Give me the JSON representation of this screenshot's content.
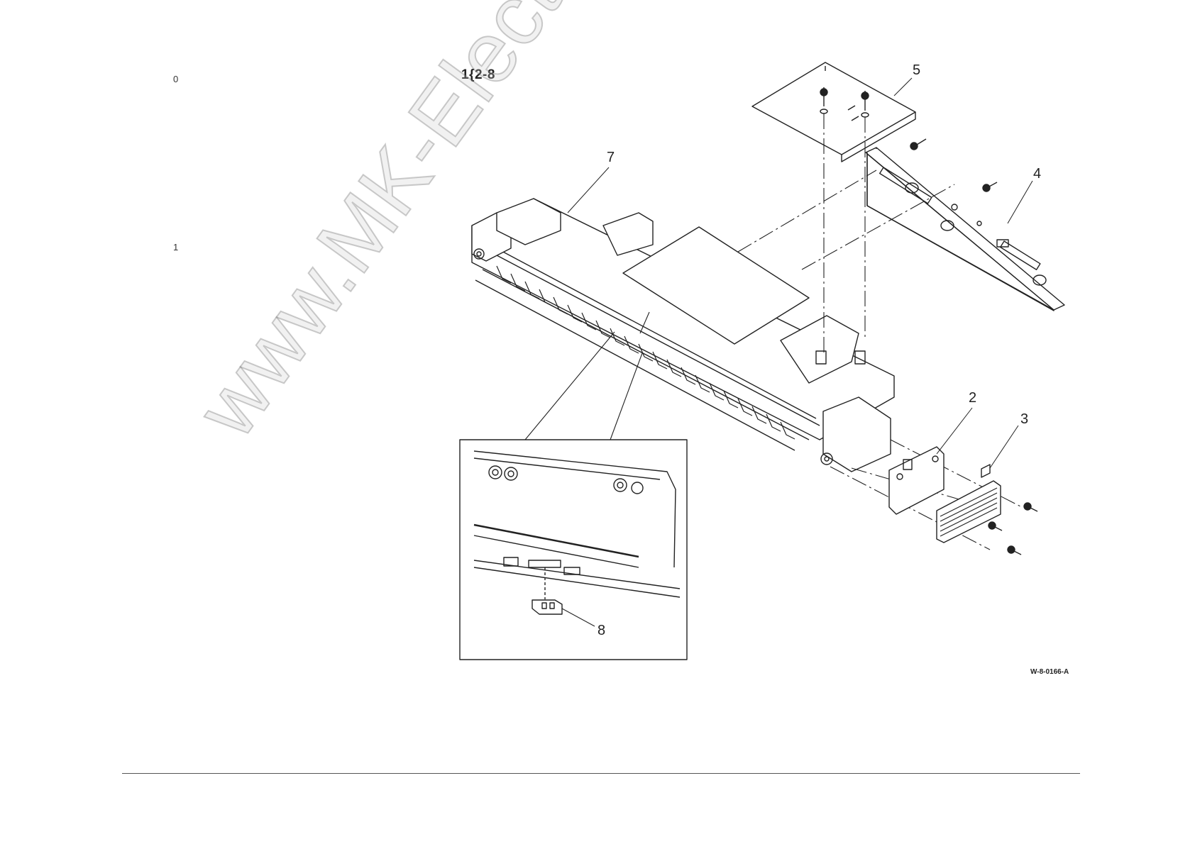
{
  "margin_numbers": [
    "0",
    "1"
  ],
  "figure": {
    "title": "1{2-8",
    "code": "W-8-0166-A",
    "callouts": [
      "2",
      "3",
      "4",
      "5",
      "7",
      "8"
    ]
  },
  "watermark": "www.MK-Electronic.de"
}
